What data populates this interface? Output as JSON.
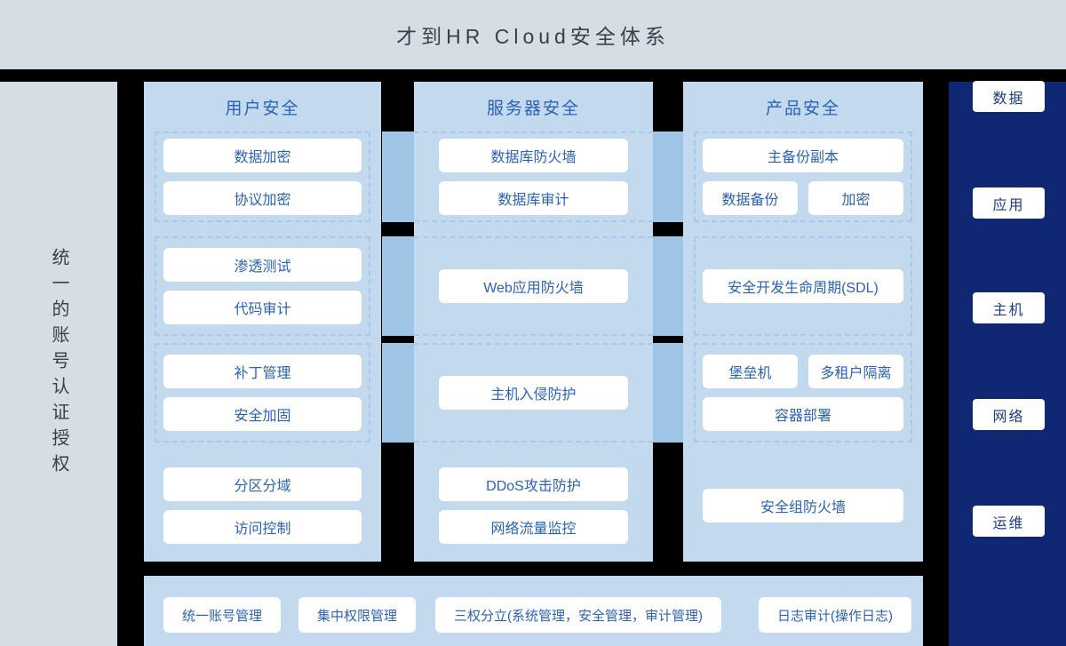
{
  "header": {
    "title": "才到HR Cloud安全体系"
  },
  "left_rail": {
    "label": "统一的账号认证授权"
  },
  "right_rail": {
    "chips": [
      {
        "label": "数据"
      },
      {
        "label": "应用"
      },
      {
        "label": "主机"
      },
      {
        "label": "网络"
      },
      {
        "label": "运维"
      }
    ]
  },
  "columns": [
    {
      "title": "用户安全",
      "groups": [
        {
          "boxed": true,
          "items": [
            {
              "label": "数据加密",
              "w": "full"
            },
            {
              "label": "协议加密",
              "w": "full"
            }
          ]
        },
        {
          "boxed": true,
          "items": [
            {
              "label": "渗透测试",
              "w": "full"
            },
            {
              "label": "代码审计",
              "w": "full"
            }
          ]
        },
        {
          "boxed": true,
          "items": [
            {
              "label": "补丁管理",
              "w": "full"
            },
            {
              "label": "安全加固",
              "w": "full"
            }
          ]
        },
        {
          "boxed": false,
          "items": [
            {
              "label": "分区分域",
              "w": "full"
            },
            {
              "label": "访问控制",
              "w": "full"
            }
          ]
        }
      ]
    },
    {
      "title": "服务器安全",
      "groups": [
        {
          "boxed": true,
          "items": [
            {
              "label": "数据库防火墙",
              "w": "full"
            },
            {
              "label": "数据库审计",
              "w": "full"
            }
          ]
        },
        {
          "boxed": true,
          "items": [
            {
              "label": "Web应用防火墙",
              "w": "full"
            }
          ]
        },
        {
          "boxed": true,
          "items": [
            {
              "label": "主机入侵防护",
              "w": "full"
            }
          ]
        },
        {
          "boxed": false,
          "items": [
            {
              "label": "DDoS攻击防护",
              "w": "full"
            },
            {
              "label": "网络流量监控",
              "w": "full"
            }
          ]
        }
      ]
    },
    {
      "title": "产品安全",
      "groups": [
        {
          "boxed": true,
          "items": [
            {
              "label": "主备份副本",
              "w": "full"
            },
            {
              "label": "数据备份",
              "w": "half"
            },
            {
              "label": "加密",
              "w": "half"
            }
          ]
        },
        {
          "boxed": true,
          "items": [
            {
              "label": "安全开发生命周期(SDL)",
              "w": "full"
            }
          ]
        },
        {
          "boxed": true,
          "items": [
            {
              "label": "堡垒机",
              "w": "half"
            },
            {
              "label": "多租户隔离",
              "w": "half"
            },
            {
              "label": "容器部署",
              "w": "full"
            }
          ]
        },
        {
          "boxed": false,
          "items": [
            {
              "label": "安全组防火墙",
              "w": "full"
            }
          ]
        }
      ]
    }
  ],
  "bottom_bar": {
    "chips": [
      {
        "label": "统一账号管理"
      },
      {
        "label": "集中权限管理"
      },
      {
        "label": "三权分立(系统管理，安全管理，审计管理)"
      },
      {
        "label": "日志审计(操作日志)"
      }
    ]
  },
  "colors": {
    "page_bg": "#000000",
    "panel_bg": "#c2d9ee",
    "rail_gray": "#d6dde5",
    "rail_navy": "#102873",
    "bridge_blue": "#9ec4e6",
    "accent_text": "#2b62b8",
    "dash_border": "#a9c9e8"
  }
}
